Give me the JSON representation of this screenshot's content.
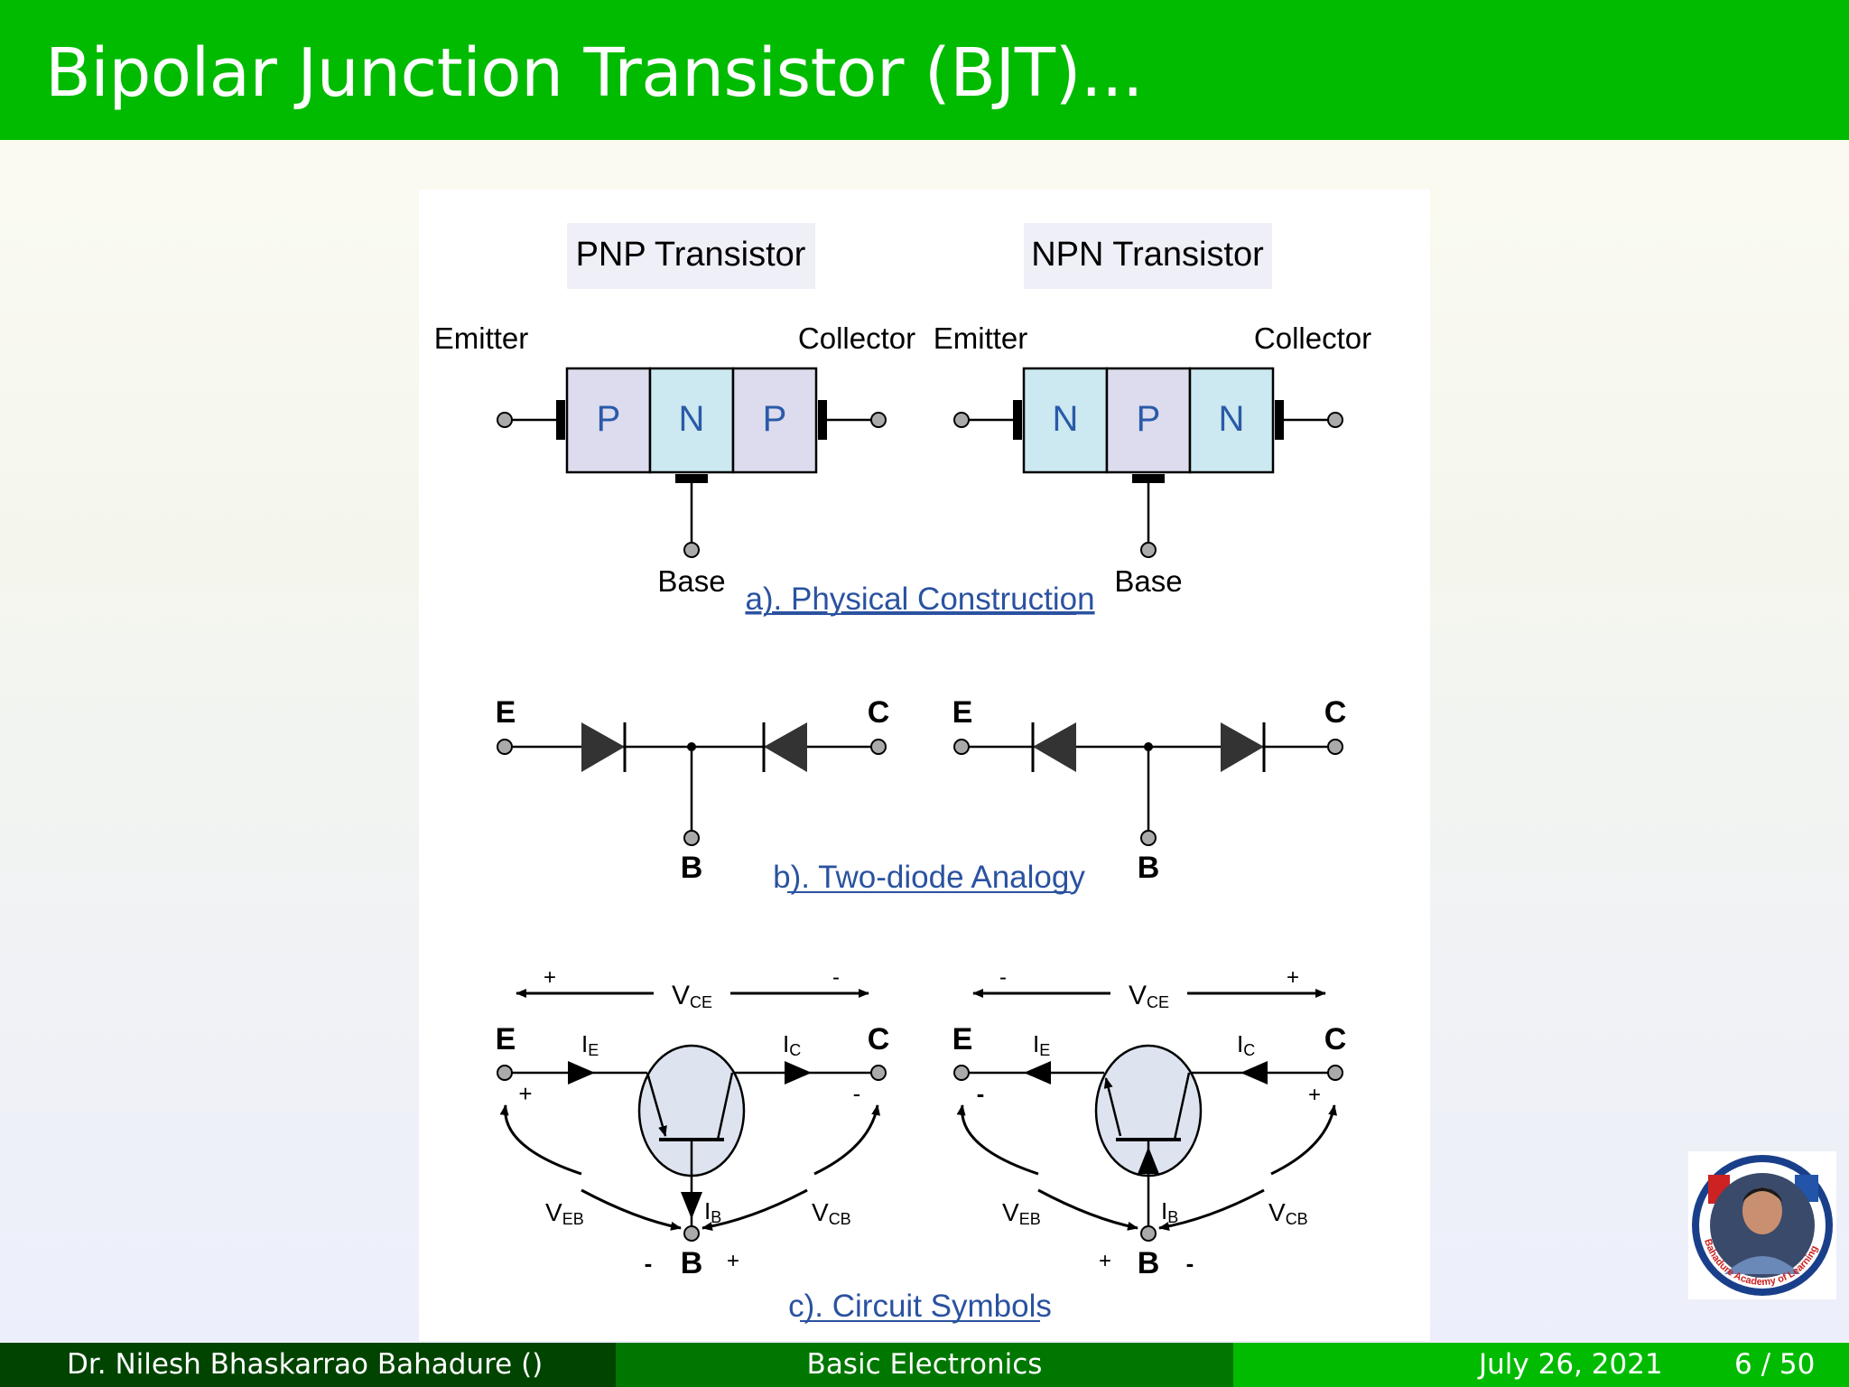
{
  "slide": {
    "title": "Bipolar Junction Transistor (BJT)..."
  },
  "figure": {
    "headers": {
      "pnp": "PNP Transistor",
      "npn": "NPN Transistor"
    },
    "terminals": {
      "emitter": "Emitter",
      "collector": "Collector",
      "base": "Base"
    },
    "pnp_layers": [
      "P",
      "N",
      "P"
    ],
    "npn_layers": [
      "N",
      "P",
      "N"
    ],
    "captions": {
      "a": "a).  Physical Construction",
      "b": "b).  Two-diode Analogy",
      "c": "c).  Circuit Symbols"
    },
    "letters": {
      "e": "E",
      "c": "C",
      "b": "B"
    },
    "pnp_symbols": {
      "vce_left": "+",
      "vce_right": "-",
      "emitter_sign": "+",
      "collector_sign": "-",
      "base_left": "-",
      "base_right": "+"
    },
    "npn_symbols": {
      "vce_left": "-",
      "vce_right": "+",
      "emitter_sign": "-",
      "collector_sign": "+",
      "base_left": "+",
      "base_right": "-"
    },
    "labels": {
      "vce": "V",
      "vce_sub": "CE",
      "veb": "V",
      "veb_sub": "EB",
      "vcb": "V",
      "vcb_sub": "CB",
      "ie": "I",
      "ie_sub": "E",
      "ic": "I",
      "ic_sub": "C",
      "ib": "I",
      "ib_sub": "B"
    },
    "colors": {
      "p_layer": "#dcdcee",
      "n_layer": "#cce8f0",
      "layer_text": "#2a5aa8",
      "caption": "#2a52a0",
      "header_bg": "#efeff8"
    }
  },
  "footer": {
    "author": "Dr. Nilesh Bhaskarrao Bahadure  ()",
    "course": "Basic Electronics",
    "date": "July 26, 2021",
    "page": "6 / 50"
  },
  "logo": {
    "ring_text": "Bahadure Academy of Learning"
  }
}
